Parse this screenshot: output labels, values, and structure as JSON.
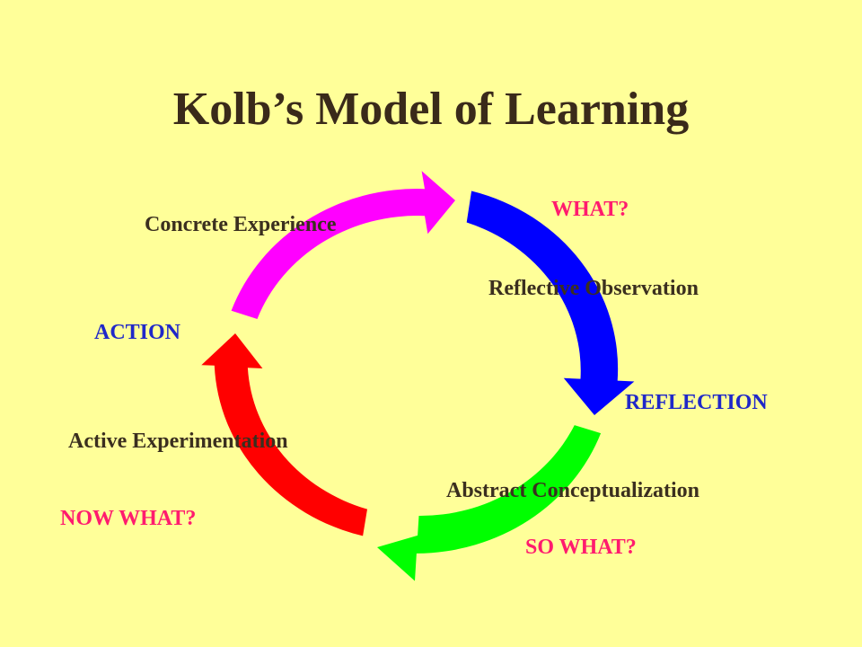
{
  "title": "Kolb’s Model of Learning",
  "colors": {
    "background": "#ffff99",
    "title_text": "#3a2a1a",
    "stage_text": "#3b2f1f",
    "question_text": "#ff1b6e",
    "mode_text": "#2028c8",
    "arrow_magenta": "#ff00ff",
    "arrow_blue": "#0000ff",
    "arrow_green": "#00ff00",
    "arrow_red": "#ff0000"
  },
  "stages": {
    "concrete": "Concrete Experience",
    "reflective": "Reflective Observation",
    "abstract": "Abstract Conceptualization",
    "active": "Active Experimentation"
  },
  "questions": {
    "what": "WHAT?",
    "so_what": "SO WHAT?",
    "now_what": "NOW WHAT?"
  },
  "modes": {
    "action": "ACTION",
    "reflection": "REFLECTION"
  },
  "arrows": [
    {
      "name": "concrete-experience-arrow",
      "color_key": "arrow_magenta",
      "icon": "curved-arrow"
    },
    {
      "name": "reflective-observation-arrow",
      "color_key": "arrow_blue",
      "icon": "curved-arrow"
    },
    {
      "name": "abstract-conceptualization-arrow",
      "color_key": "arrow_green",
      "icon": "curved-arrow"
    },
    {
      "name": "active-experimentation-arrow",
      "color_key": "arrow_red",
      "icon": "curved-arrow"
    }
  ]
}
